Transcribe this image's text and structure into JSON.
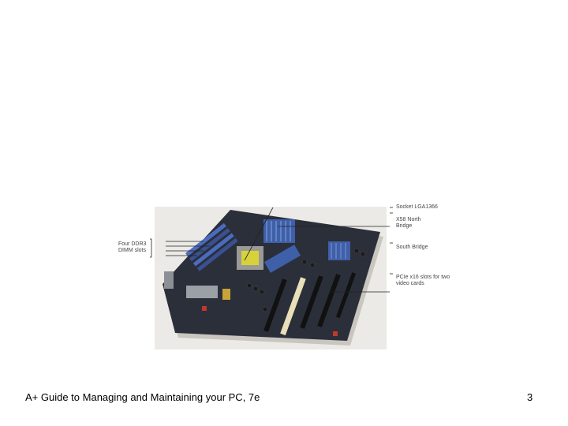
{
  "figure": {
    "callouts": {
      "ram_slots": "Four DDR3\nDIMM slots",
      "socket": "Socket LGA1366",
      "north_bridge": "X58 North\nBridge",
      "south_bridge": "South Bridge",
      "pcie": "PCIe x16 slots for two\nvideo cards"
    }
  },
  "footer": {
    "title": "A+ Guide to Managing and Maintaining your PC, 7e",
    "page_number": "3"
  },
  "colors": {
    "background": "#ffffff",
    "board": "#2b2f3a",
    "heatsink_blue": "#3f5fa8",
    "dimm_blue": "#4a6cc0",
    "cpu_socket": "#d8d23a"
  }
}
